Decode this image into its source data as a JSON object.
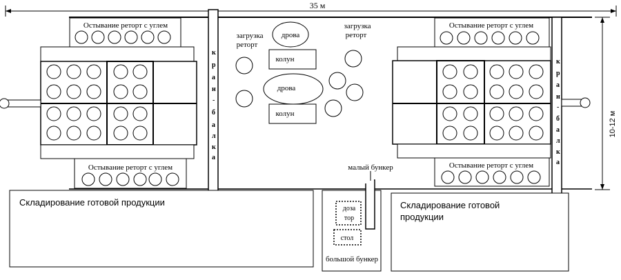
{
  "dimensions": {
    "length": "35 м",
    "width": "10-12 м"
  },
  "cooling_label": "Остывание реторт с углем",
  "loading_firewood": "загрузка реторт",
  "loading_retorts": "загрузка реторт",
  "firewood": "дрова",
  "splitter": "колун",
  "storage_left": "Складирование готовой продукции",
  "storage_right_line1": "Складирование готовой",
  "storage_right_line2": "продукции",
  "small_bunker": "малый бункер",
  "big_bunker": "большой бункер",
  "dispenser_line1": "доза",
  "dispenser_line2": "тор",
  "table": "стол",
  "side_letters_left": [
    "к",
    "р",
    "а",
    "н",
    "-",
    "б",
    "а",
    "л",
    "к",
    "а"
  ],
  "side_letters_right": [
    "к",
    "р",
    "а",
    "н",
    "-",
    "б",
    "а",
    "л",
    "к",
    "а"
  ]
}
